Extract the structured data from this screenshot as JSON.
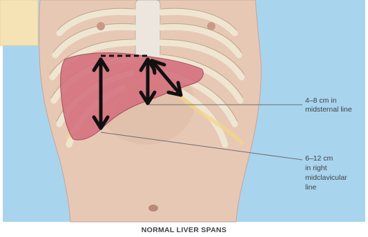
{
  "labels": {
    "midsternal_line1": "4–8 cm in",
    "midsternal_line2": "midsternal line",
    "midclavicular_line1": "6–12 cm",
    "midclavicular_line2": "in right",
    "midclavicular_line3": "midclavicular",
    "midclavicular_line4": "line"
  },
  "caption": "NORMAL LIVER SPANS",
  "colors": {
    "background_blue": "#a9d4ee",
    "skin": "#e7c8b5",
    "liver": "#d5707e",
    "ribs": "#efe6d2",
    "arrows": "#111111",
    "inset_box": "#f5e3b6"
  }
}
